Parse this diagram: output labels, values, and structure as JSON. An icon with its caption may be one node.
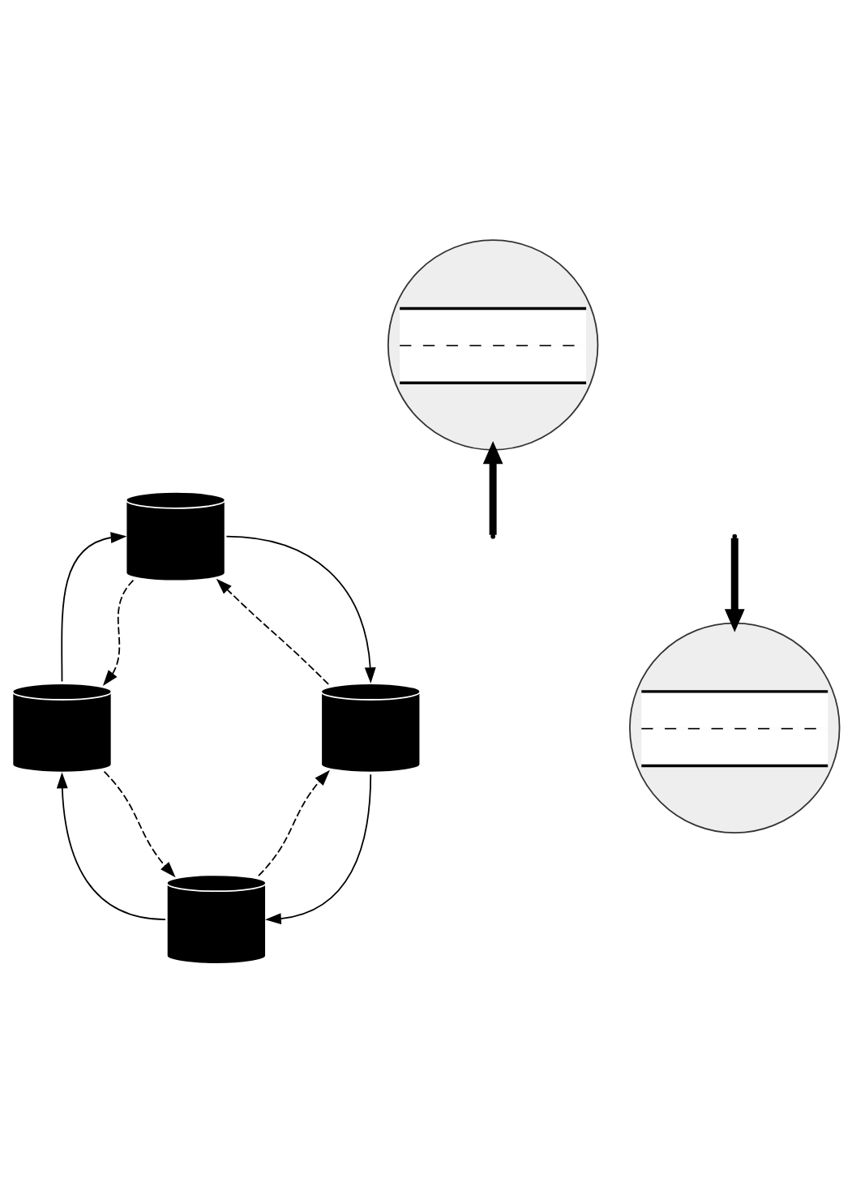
{
  "diagram": {
    "nodes": [
      {
        "text": [],
        "shape": "circle"
      },
      {
        "text": [],
        "shape": "cylinder"
      },
      {
        "text": [],
        "shape": "circle"
      },
      {
        "text": [],
        "shape": "cylinder"
      },
      {
        "text": [],
        "shape": "cylinder"
      },
      {
        "text": [],
        "shape": "cylinder"
      }
    ],
    "edges": [
      {
        "from": 3,
        "to": 1,
        "arrow": "to"
      },
      {
        "from": 1,
        "to": 4,
        "arrow": "to"
      },
      {
        "from": 4,
        "to": 5,
        "arrow": "to"
      },
      {
        "from": 5,
        "to": 3,
        "arrow": "to"
      },
      {
        "from": 1,
        "to": 3,
        "arrow": "to",
        "style": "dashed"
      },
      {
        "from": 3,
        "to": 5,
        "arrow": "to",
        "style": "dashed"
      },
      {
        "from": 5,
        "to": 4,
        "arrow": "to",
        "style": "dashed"
      },
      {
        "from": 4,
        "to": 1,
        "arrow": "to",
        "style": "dashed"
      },
      {
        "from": null,
        "to": 0,
        "arrow": "to",
        "style": "thick"
      },
      {
        "from": null,
        "to": 2,
        "arrow": "to",
        "style": "thick"
      }
    ]
  }
}
